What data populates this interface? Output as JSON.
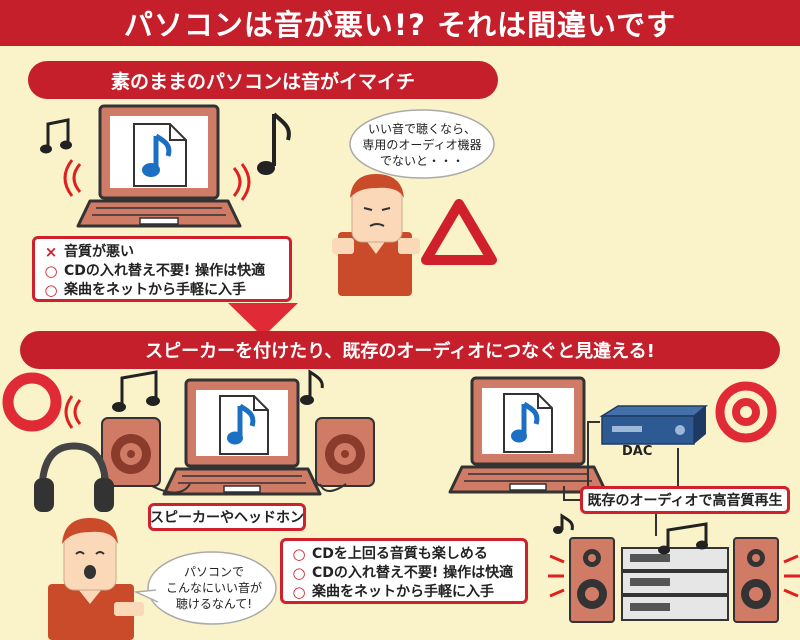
{
  "title": "パソコンは音が悪い!? それは間違いです",
  "section1": {
    "heading": "素のままのパソコンは音がイマイチ",
    "thought_lines": [
      "いい音で聴くなら、",
      "専用のオーディオ機器",
      "でないと・・・"
    ],
    "items": [
      {
        "mark": "×",
        "text": "音質が悪い"
      },
      {
        "mark": "○",
        "text": "CDの入れ替え不要! 操作は快適"
      },
      {
        "mark": "○",
        "text": "楽曲をネットから手軽に入手"
      }
    ],
    "rating_icon": "triangle-icon"
  },
  "section2": {
    "heading": "スピーカーを付けたり、既存のオーディオにつなぐと見違える!",
    "speaker_label": "スピーカーやヘッドホン",
    "audio_label": "既存のオーディオで高音質再生",
    "dac_label": "DAC",
    "bubble_lines": [
      "パソコンで",
      "こんなにいい音が",
      "聴けるなんて!"
    ],
    "items": [
      {
        "mark": "○",
        "text": "CDを上回る音質も楽しめる"
      },
      {
        "mark": "○",
        "text": "CDの入れ替え不要! 操作は快適"
      },
      {
        "mark": "○",
        "text": "楽曲をネットから手軽に入手"
      }
    ],
    "rating_icons": [
      "circle-icon",
      "double-circle-icon"
    ]
  },
  "colors": {
    "accent_red": "#c51f2b",
    "background": "#faf2c8",
    "laptop_salmon": "#d07b66",
    "dac_blue": "#2e5a93"
  }
}
